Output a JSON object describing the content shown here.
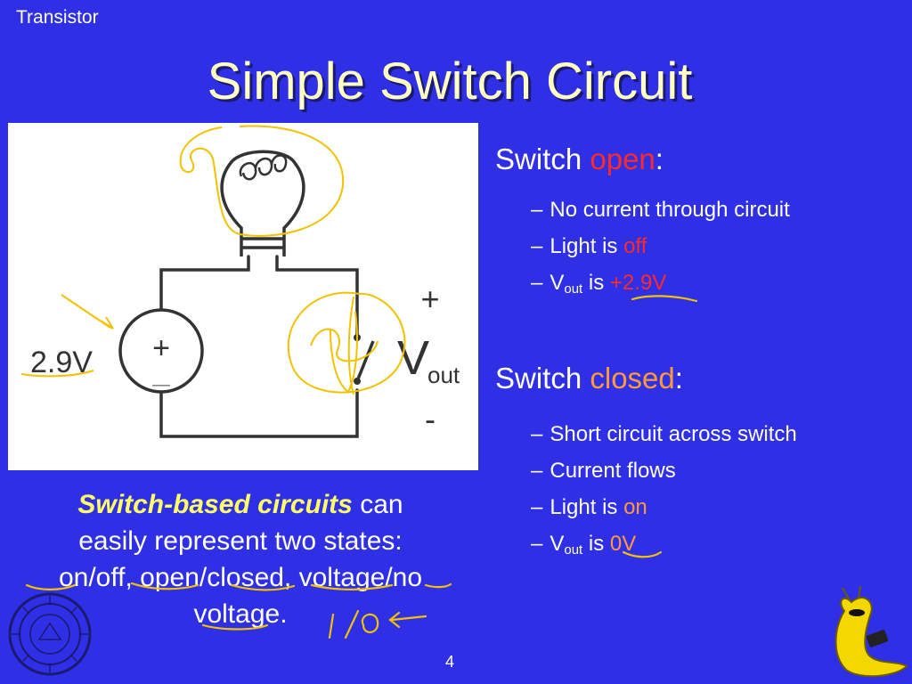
{
  "slide": {
    "topic": "Transistor",
    "title": "Simple Switch Circuit",
    "page_number": "4"
  },
  "circuit": {
    "source_voltage": "2.9V",
    "plus_sign": "+",
    "minus_sign": "—",
    "vout_plus": "+",
    "vout_minus": "-",
    "vout_v": "V",
    "vout_sub": "out"
  },
  "switch_open": {
    "heading_pre": "Switch ",
    "heading_state": "open",
    "heading_colon": ":",
    "bullets": {
      "b1": "No current through circuit",
      "b2_pre": "Light is ",
      "b2_state": "off",
      "b3_v": "V",
      "b3_sub": "out",
      "b3_mid": " is ",
      "b3_value": "+2.9V"
    }
  },
  "switch_closed": {
    "heading_pre": "Switch ",
    "heading_state": "closed",
    "heading_colon": ":",
    "bullets": {
      "b1": "Short circuit across switch",
      "b2": "Current flows",
      "b3_pre": "Light is ",
      "b3_state": "on",
      "b4_v": "V",
      "b4_sub": "out",
      "b4_mid": " is ",
      "b4_value": "0V"
    }
  },
  "caption": {
    "emphasis": "Switch-based circuits",
    "rest_line1": " can",
    "line2": "easily represent two states:",
    "line3": "on/off, open/closed, voltage/no",
    "line4": "voltage."
  },
  "bullet_dash": "–",
  "colors": {
    "background": "#2f2fe6",
    "title": "#ffffc4",
    "red": "#ff2a2a",
    "orange": "#ff9a3c",
    "emphasis": "#ffff66",
    "ink": "#f2c200"
  }
}
